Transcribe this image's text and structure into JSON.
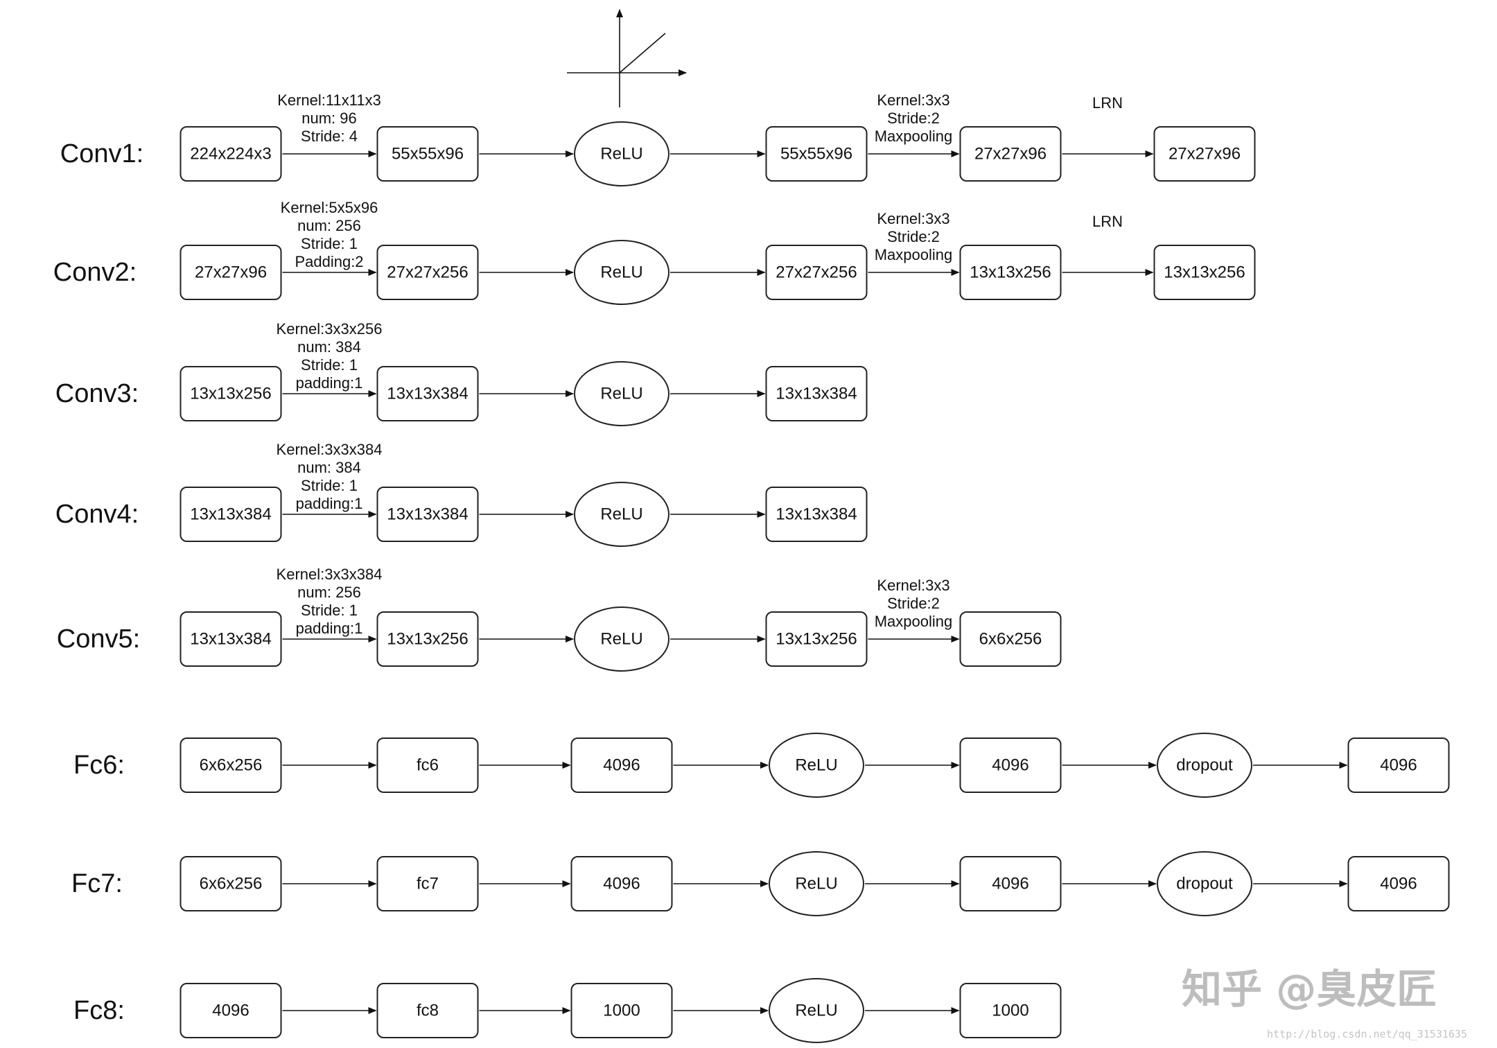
{
  "rows": [
    {
      "label": "Conv1:",
      "nodes": [
        {
          "shape": "rect",
          "text": "224x224x3"
        },
        {
          "shape": "rect",
          "text": "55x55x96"
        },
        {
          "shape": "ellipse",
          "text": "ReLU"
        },
        {
          "shape": "rect",
          "text": "55x55x96"
        },
        {
          "shape": "rect",
          "text": "27x27x96"
        },
        {
          "shape": "rect",
          "text": "27x27x96"
        }
      ],
      "edge_labels": [
        [
          "Kernel:11x11x3",
          "num: 96",
          "Stride: 4"
        ],
        [],
        [],
        [
          "Kernel:3x3",
          "Stride:2",
          "Maxpooling"
        ],
        [
          "LRN"
        ]
      ]
    },
    {
      "label": "Conv2:",
      "nodes": [
        {
          "shape": "rect",
          "text": "27x27x96"
        },
        {
          "shape": "rect",
          "text": "27x27x256"
        },
        {
          "shape": "ellipse",
          "text": "ReLU"
        },
        {
          "shape": "rect",
          "text": "27x27x256"
        },
        {
          "shape": "rect",
          "text": "13x13x256"
        },
        {
          "shape": "rect",
          "text": "13x13x256"
        }
      ],
      "edge_labels": [
        [
          "Kernel:5x5x96",
          "num: 256",
          "Stride: 1",
          "Padding:2"
        ],
        [],
        [],
        [
          "Kernel:3x3",
          "Stride:2",
          "Maxpooling"
        ],
        [
          "LRN"
        ]
      ]
    },
    {
      "label": "Conv3:",
      "nodes": [
        {
          "shape": "rect",
          "text": "13x13x256"
        },
        {
          "shape": "rect",
          "text": "13x13x384"
        },
        {
          "shape": "ellipse",
          "text": "ReLU"
        },
        {
          "shape": "rect",
          "text": "13x13x384"
        }
      ],
      "edge_labels": [
        [
          "Kernel:3x3x256",
          "num: 384",
          "Stride: 1",
          "padding:1"
        ],
        [],
        []
      ]
    },
    {
      "label": "Conv4:",
      "nodes": [
        {
          "shape": "rect",
          "text": "13x13x384"
        },
        {
          "shape": "rect",
          "text": "13x13x384"
        },
        {
          "shape": "ellipse",
          "text": "ReLU"
        },
        {
          "shape": "rect",
          "text": "13x13x384"
        }
      ],
      "edge_labels": [
        [
          "Kernel:3x3x384",
          "num: 384",
          "Stride: 1",
          "padding:1"
        ],
        [],
        []
      ]
    },
    {
      "label": "Conv5:",
      "nodes": [
        {
          "shape": "rect",
          "text": "13x13x384"
        },
        {
          "shape": "rect",
          "text": "13x13x256"
        },
        {
          "shape": "ellipse",
          "text": "ReLU"
        },
        {
          "shape": "rect",
          "text": "13x13x256"
        },
        {
          "shape": "rect",
          "text": "6x6x256"
        }
      ],
      "edge_labels": [
        [
          "Kernel:3x3x384",
          "num: 256",
          "Stride: 1",
          "padding:1"
        ],
        [],
        [],
        [
          "Kernel:3x3",
          "Stride:2",
          "Maxpooling"
        ]
      ]
    },
    {
      "label": "Fc6:",
      "nodes": [
        {
          "shape": "rect",
          "text": "6x6x256"
        },
        {
          "shape": "rect",
          "text": "fc6"
        },
        {
          "shape": "rect",
          "text": "4096"
        },
        {
          "shape": "ellipse",
          "text": "ReLU"
        },
        {
          "shape": "rect",
          "text": "4096"
        },
        {
          "shape": "ellipse",
          "text": "dropout"
        },
        {
          "shape": "rect",
          "text": "4096"
        }
      ],
      "edge_labels": [
        [],
        [],
        [],
        [],
        [],
        []
      ]
    },
    {
      "label": "Fc7:",
      "nodes": [
        {
          "shape": "rect",
          "text": "6x6x256"
        },
        {
          "shape": "rect",
          "text": "fc7"
        },
        {
          "shape": "rect",
          "text": "4096"
        },
        {
          "shape": "ellipse",
          "text": "ReLU"
        },
        {
          "shape": "rect",
          "text": "4096"
        },
        {
          "shape": "ellipse",
          "text": "dropout"
        },
        {
          "shape": "rect",
          "text": "4096"
        }
      ],
      "edge_labels": [
        [],
        [],
        [],
        [],
        [],
        []
      ]
    },
    {
      "label": "Fc8:",
      "nodes": [
        {
          "shape": "rect",
          "text": "4096"
        },
        {
          "shape": "rect",
          "text": "fc8"
        },
        {
          "shape": "rect",
          "text": "1000"
        },
        {
          "shape": "ellipse",
          "text": "ReLU"
        },
        {
          "shape": "rect",
          "text": "1000"
        }
      ],
      "edge_labels": [
        [],
        [],
        [],
        []
      ]
    }
  ],
  "watermark": {
    "text": "知乎 @臭皮匠",
    "url": "http://blog.csdn.net/qq_31531635"
  },
  "colors": {
    "stroke": "#222222",
    "watermark": "#bdbdbd"
  }
}
